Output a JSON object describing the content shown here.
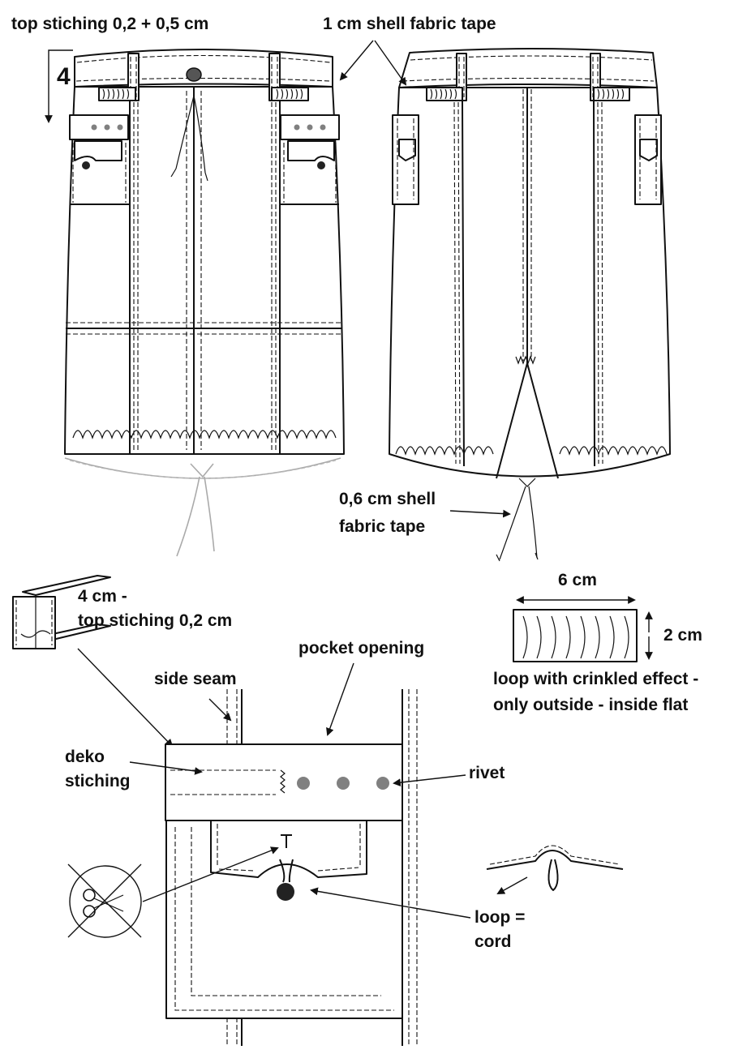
{
  "labels": {
    "top_stitching": "top stiching 0,2 + 0,5 cm",
    "waistband_tape": "1 cm shell fabric tape",
    "number_marker": "4",
    "hem_tape_line1": "0,6 cm shell",
    "hem_tape_line2": "fabric tape",
    "loop_width": "6 cm",
    "loop_height": "2 cm",
    "loop_note_line1": "loop with crinkled effect -",
    "loop_note_line2": "only outside - inside flat",
    "belt_loop_line1": "4 cm -",
    "belt_loop_line2": "top stiching 0,2 cm",
    "pocket_opening": "pocket opening",
    "side_seam": "side seam",
    "deko_line1": "deko",
    "deko_line2": "stiching",
    "rivet": "rivet",
    "loop_cord_line1": "loop =",
    "loop_cord_line2": "cord"
  },
  "icons": {
    "no_cutting": "crossed-out-scissors-icon",
    "rivet_color": "#808080"
  }
}
